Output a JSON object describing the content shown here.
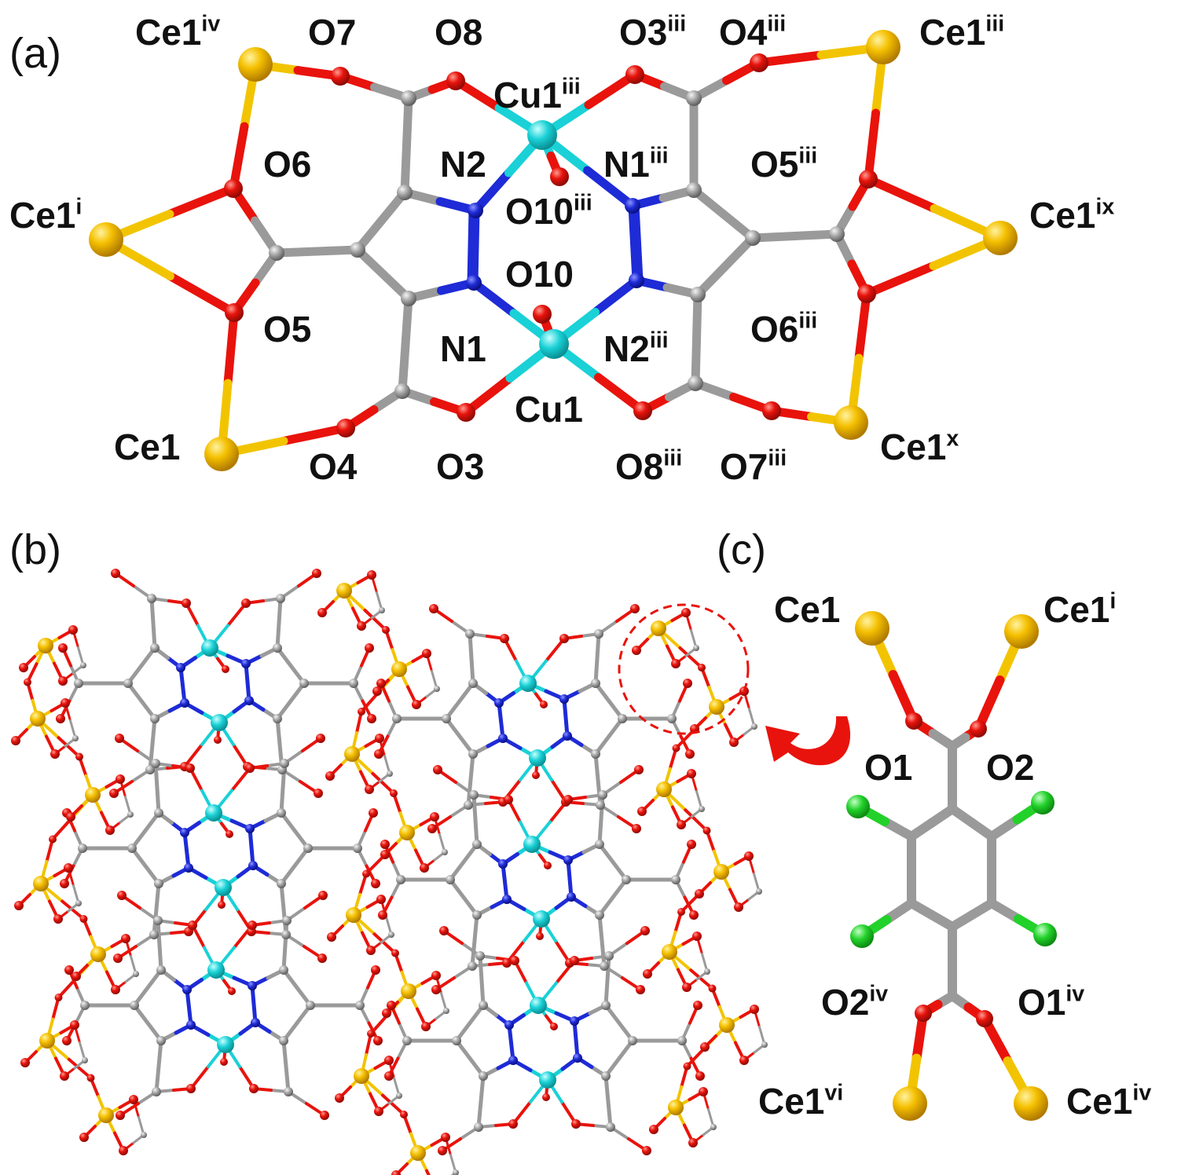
{
  "colors": {
    "ce": "#f2b705",
    "ce_bond": "#f2c400",
    "oxygen": "#e8130c",
    "carbon": "#9a9a9a",
    "nitrogen": "#1e2bd6",
    "copper": "#19d1d6",
    "chlorine": "#22d12a",
    "highlight": "#e8130c"
  },
  "panels": {
    "a": {
      "label": "(a)",
      "atom_labels": [
        {
          "base": "Ce1",
          "sup": "iv"
        },
        {
          "base": "O7",
          "sup": ""
        },
        {
          "base": "O8",
          "sup": ""
        },
        {
          "base": "O3",
          "sup": "iii"
        },
        {
          "base": "O4",
          "sup": "iii"
        },
        {
          "base": "Ce1",
          "sup": "iii"
        },
        {
          "base": "Cu1",
          "sup": "iii"
        },
        {
          "base": "O6",
          "sup": ""
        },
        {
          "base": "N2",
          "sup": ""
        },
        {
          "base": "N1",
          "sup": "iii"
        },
        {
          "base": "O5",
          "sup": "iii"
        },
        {
          "base": "Ce1",
          "sup": "i"
        },
        {
          "base": "O10",
          "sup": "iii"
        },
        {
          "base": "Ce1",
          "sup": "ix"
        },
        {
          "base": "O10",
          "sup": ""
        },
        {
          "base": "O5",
          "sup": ""
        },
        {
          "base": "N1",
          "sup": ""
        },
        {
          "base": "N2",
          "sup": "iii"
        },
        {
          "base": "O6",
          "sup": "iii"
        },
        {
          "base": "Cu1",
          "sup": ""
        },
        {
          "base": "Ce1",
          "sup": ""
        },
        {
          "base": "Ce1",
          "sup": "x"
        },
        {
          "base": "O4",
          "sup": ""
        },
        {
          "base": "O3",
          "sup": ""
        },
        {
          "base": "O8",
          "sup": "iii"
        },
        {
          "base": "O7",
          "sup": "iii"
        }
      ]
    },
    "b": {
      "label": "(b)"
    },
    "c": {
      "label": "(c)",
      "atom_labels": [
        {
          "base": "Ce1",
          "sup": ""
        },
        {
          "base": "Ce1",
          "sup": "i"
        },
        {
          "base": "O1",
          "sup": ""
        },
        {
          "base": "O2",
          "sup": ""
        },
        {
          "base": "O2",
          "sup": "iv"
        },
        {
          "base": "O1",
          "sup": "iv"
        },
        {
          "base": "Ce1",
          "sup": "vi"
        },
        {
          "base": "Ce1",
          "sup": "iv"
        }
      ]
    }
  }
}
